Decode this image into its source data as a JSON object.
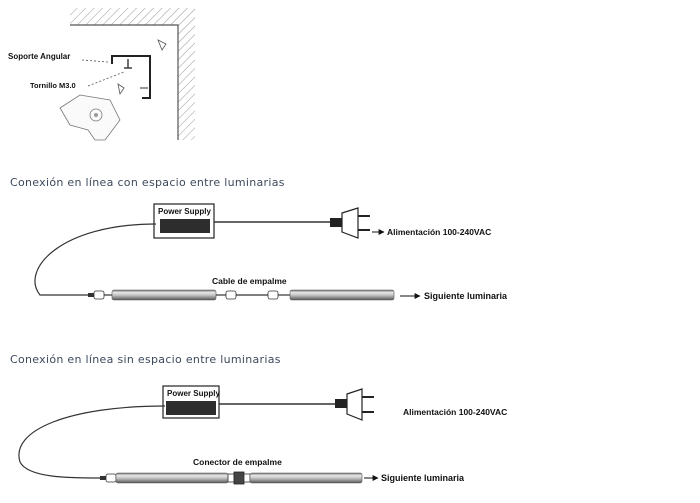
{
  "mount": {
    "bracket_label": "Soporte Angular",
    "screw_label": "Tornillo M3.0"
  },
  "section1": {
    "title": "Conexión en línea con espacio entre luminarias",
    "power_supply": "Power Supply",
    "power_label": "Alimentación 100-240VAC",
    "cable_label": "Cable de empalme",
    "next_label": "Siguiente luminaria"
  },
  "section2": {
    "title": "Conexión en línea sin espacio entre luminarias",
    "power_supply": "Power Supply",
    "power_label": "Alimentación 100-240VAC",
    "connector_label": "Conector de empalme",
    "next_label": "Siguiente luminaria"
  }
}
